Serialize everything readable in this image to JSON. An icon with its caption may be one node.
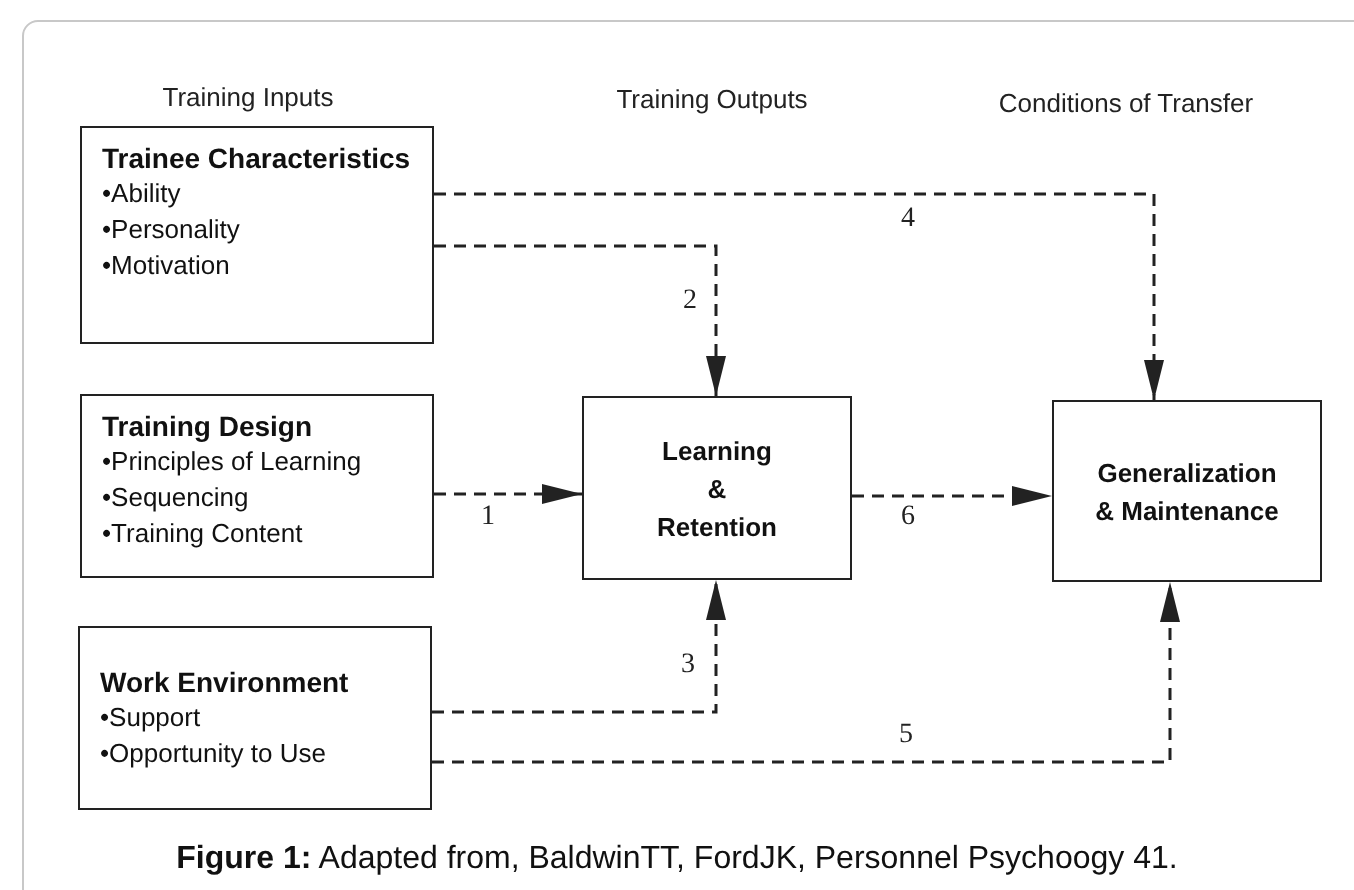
{
  "diagram": {
    "caption": "**Figure 1:** Adapted from, BaldwinTT, FordJK, Personnel Psychoogy 41.",
    "nodes": [
      {
        "text": [
          "Trainee Characteristics",
          "•Ability",
          "•Personality",
          "•Motivation"
        ]
      },
      {
        "text": [
          "Training Design",
          "•Principles of Learning",
          "•Sequencing",
          "•Training Content"
        ]
      },
      {
        "text": [
          "Work Environment",
          "•Support",
          "•Opportunity to Use"
        ]
      },
      {
        "text": [
          "Learning & Retention"
        ]
      },
      {
        "text": [
          "Generalization & Maintenance"
        ]
      }
    ],
    "edges": [
      {
        "from": 1,
        "to": 3,
        "arrow": "to",
        "label": "1",
        "style": "dashed"
      },
      {
        "from": 0,
        "to": 3,
        "arrow": "to",
        "label": "2",
        "style": "dashed"
      },
      {
        "from": 2,
        "to": 3,
        "arrow": "to",
        "label": "3",
        "style": "dashed"
      },
      {
        "from": 0,
        "to": 4,
        "arrow": "to",
        "label": "4",
        "style": "dashed"
      },
      {
        "from": 2,
        "to": 4,
        "arrow": "to",
        "label": "5",
        "style": "dashed"
      },
      {
        "from": 3,
        "to": 4,
        "arrow": "to",
        "label": "6",
        "style": "dashed"
      }
    ],
    "labels": [
      "Training Inputs",
      "Training Outputs",
      "Conditions of Transfer"
    ]
  }
}
